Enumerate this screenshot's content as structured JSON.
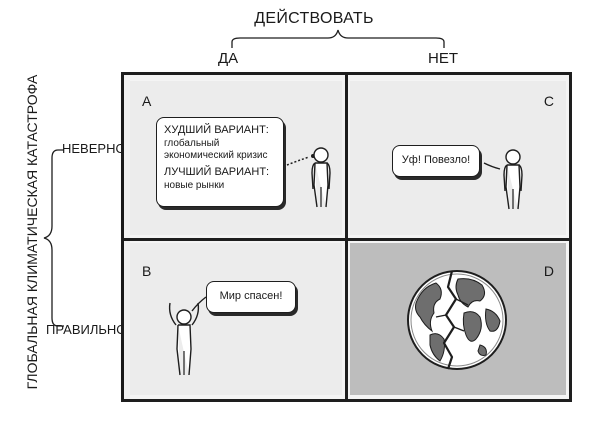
{
  "diagram": {
    "top_axis_title": "ДЕЙСТВОВАТЬ",
    "columns": [
      "ДА",
      "НЕТ"
    ],
    "side_axis_title": "ГЛОБАЛЬНАЯ КЛИМАТИЧЕСКАЯ КАТАСТРОФА",
    "rows": [
      "НЕВЕРНО",
      "ПРАВИЛЬНО"
    ],
    "cells": {
      "a": {
        "letter": "A",
        "worst_title": "ХУДШИЙ ВАРИАНТ:",
        "worst_text_1": "глобальный",
        "worst_text_2": "экономический кризис",
        "best_title": "ЛУЧШИЙ ВАРИАНТ:",
        "best_text": "новые рынки"
      },
      "b": {
        "letter": "B",
        "speech": "Мир спасен!"
      },
      "c": {
        "letter": "C",
        "speech": "Уф! Повезло!"
      },
      "d": {
        "letter": "D",
        "icon": "broken-earth-icon"
      }
    },
    "colors": {
      "cell_light": "#ececec",
      "cell_dark": "#bdbdbd",
      "line": "#1e1e1e"
    }
  }
}
